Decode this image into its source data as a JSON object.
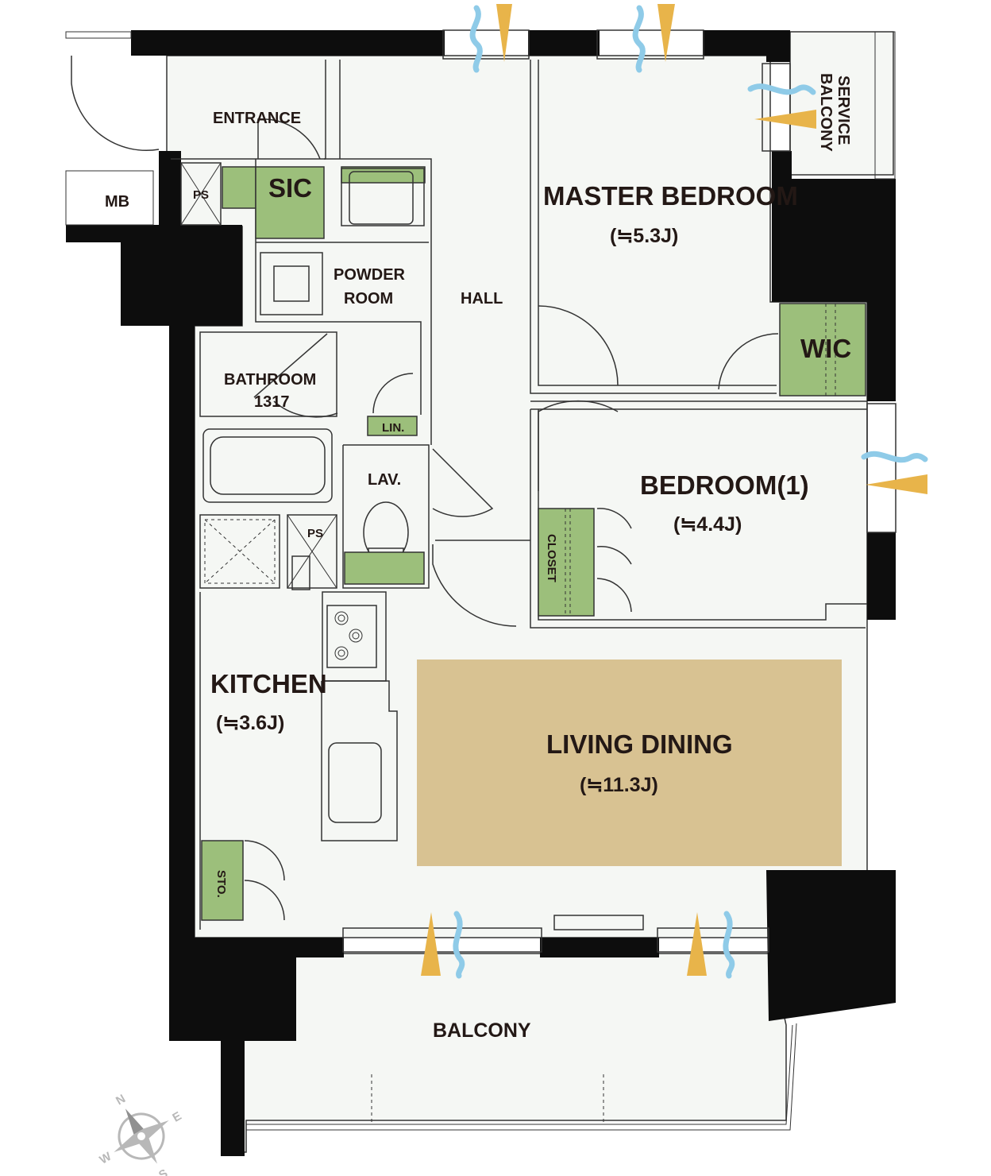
{
  "rooms": {
    "entrance": "ENTRANCE",
    "sic": "SIC",
    "ps_1": "PS",
    "mb": "MB",
    "powder_room_line1": "POWDER",
    "powder_room_line2": "ROOM",
    "hall": "HALL",
    "master_bedroom": "MASTER BEDROOM",
    "master_bedroom_size": "(≒5.3J)",
    "wic": "WIC",
    "service_balcony_line1": "SERVICE",
    "service_balcony_line2": "BALCONY",
    "bathroom": "BATHROOM",
    "bathroom_size": "1317",
    "lin": "LIN.",
    "lav": "LAV.",
    "ps_2": "PS",
    "bedroom1": "BEDROOM(1)",
    "bedroom1_size": "(≒4.4J)",
    "closet": "CLOSET",
    "kitchen": "KITCHEN",
    "kitchen_size": "(≒3.6J)",
    "living_dining": "LIVING DINING",
    "living_dining_size": "(≒11.3J)",
    "sto": "STO.",
    "balcony": "BALCONY"
  },
  "compass": {
    "n": "N",
    "e": "E",
    "s": "S",
    "w": "W"
  },
  "colors": {
    "wall": "#0d0d0d",
    "storage": "#9cbf7b",
    "living_dining": "#d8c292",
    "floor": "#f5f7f4",
    "ventilation": "#8fcbe8",
    "sunlight": "#e8b44a"
  }
}
